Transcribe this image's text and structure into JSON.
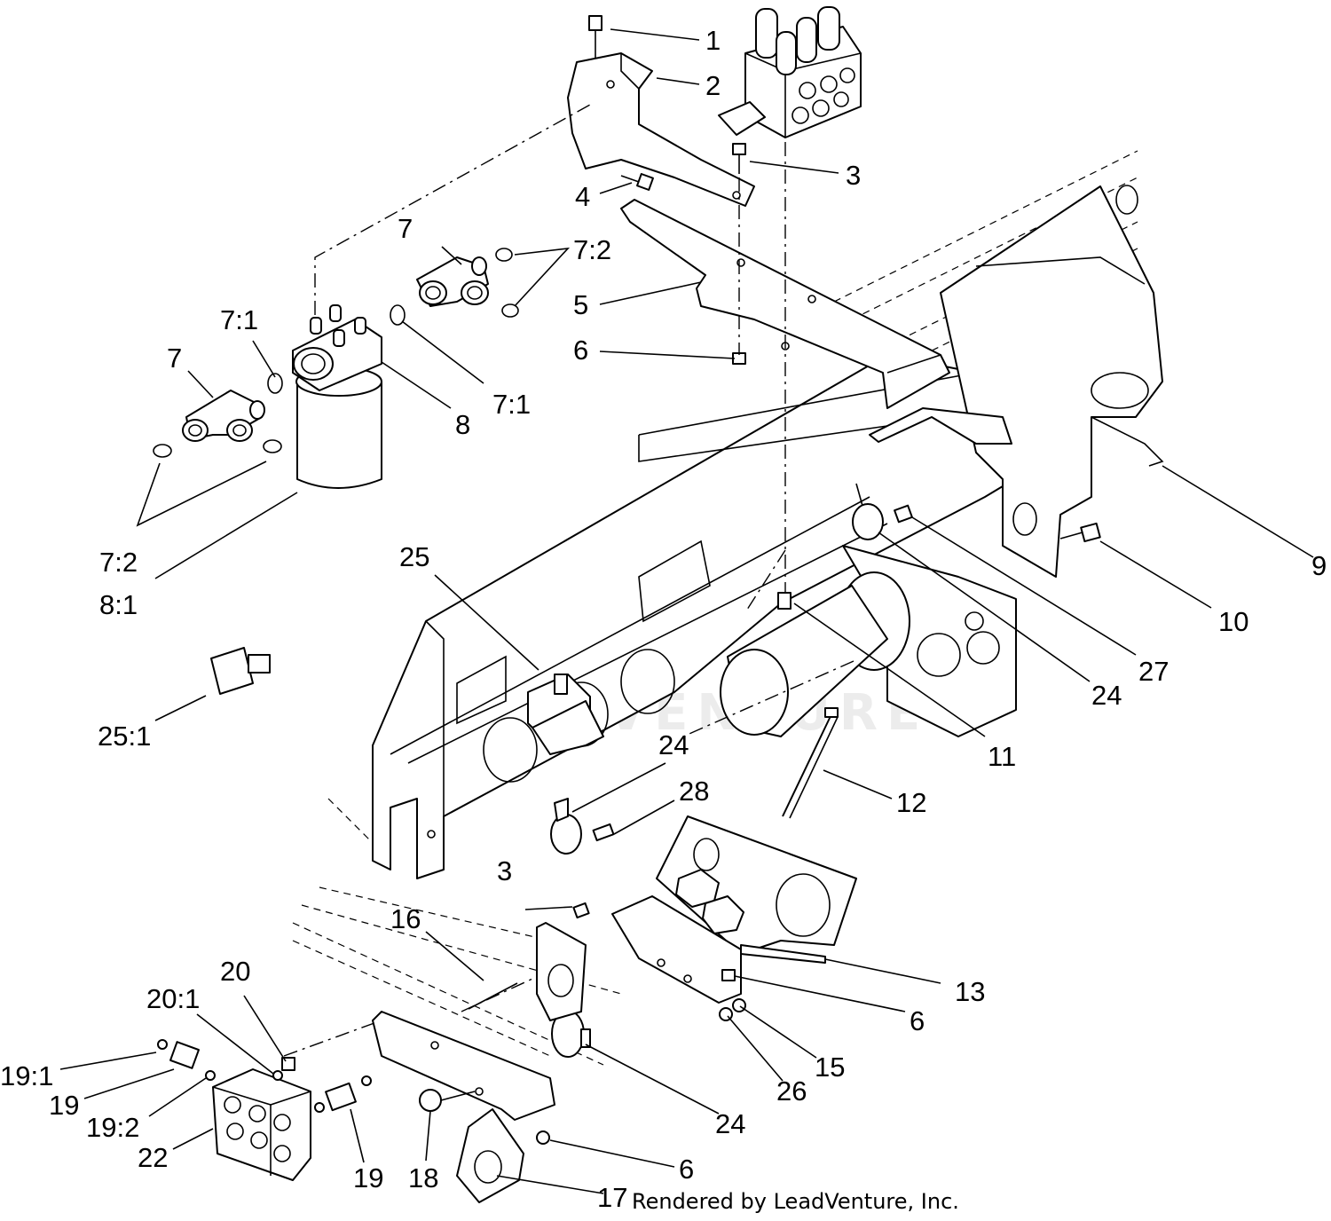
{
  "credit": "Rendered by LeadVenture, Inc.",
  "watermark": "LEADVENTURE",
  "callouts": {
    "c1": "1",
    "c2": "2",
    "c3a": "3",
    "c3b": "3",
    "c4": "4",
    "c5": "5",
    "c6a": "6",
    "c6b": "6",
    "c6c": "6",
    "c7a": "7",
    "c7b": "7",
    "c7_2a": "7:2",
    "c7_1a": "7:1",
    "c7_1b": "7:1",
    "c7_2b": "7:2",
    "c8": "8",
    "c8_1": "8:1",
    "c9": "9",
    "c10": "10",
    "c11": "11",
    "c12": "12",
    "c13": "13",
    "c15": "15",
    "c16": "16",
    "c17": "17",
    "c18": "18",
    "c19a": "19",
    "c19b": "19",
    "c19_1": "19:1",
    "c19_2": "19:2",
    "c20": "20",
    "c20_1": "20:1",
    "c22": "22",
    "c24a": "24",
    "c24b": "24",
    "c24c": "24",
    "c25": "25",
    "c25_1": "25:1",
    "c26": "26",
    "c27": "27",
    "c28": "28"
  }
}
